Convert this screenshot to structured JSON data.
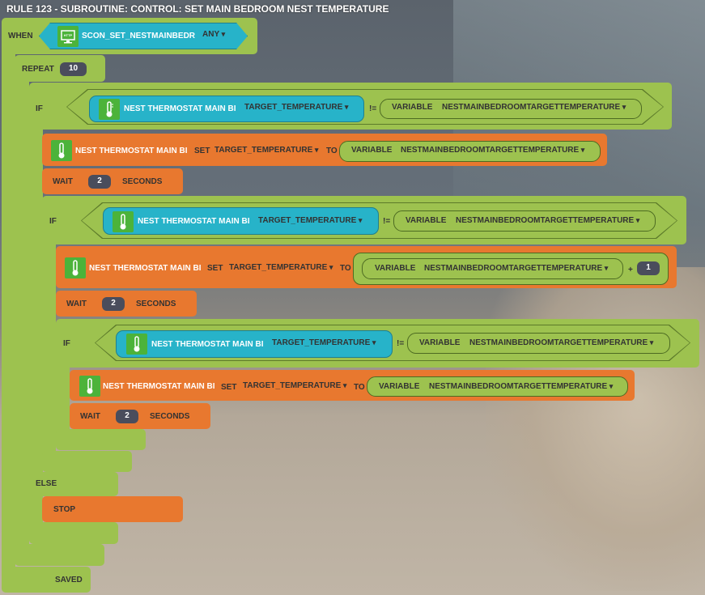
{
  "title": "RULE 123 - SUBROUTINE: CONTROL: SET MAIN BEDROOM NEST TEMPERATURE",
  "when": {
    "label": "WHEN",
    "trigger": "SCON_SET_NESTMAINBEDR",
    "trigger_icon": "http-monitor-icon",
    "option": "ANY"
  },
  "repeat": {
    "label": "REPEAT",
    "count": "10"
  },
  "device": "NEST THERMOSTAT MAIN BI",
  "property": "TARGET_TEMPERATURE",
  "variable_label": "VARIABLE",
  "variable": "NESTMAINBEDROOMTARGETTEMPERATURE",
  "if_label": "IF",
  "neq": "!=",
  "set_label": "SET",
  "to_label": "TO",
  "plus": "+",
  "add_value": "1",
  "wait": {
    "label": "WAIT",
    "value": "2",
    "unit": "SECONDS"
  },
  "else_label": "ELSE",
  "stop_label": "STOP",
  "status": "SAVED",
  "colors": {
    "event": "#9dc24f",
    "action": "#e8782f",
    "device": "#27b3c9"
  }
}
